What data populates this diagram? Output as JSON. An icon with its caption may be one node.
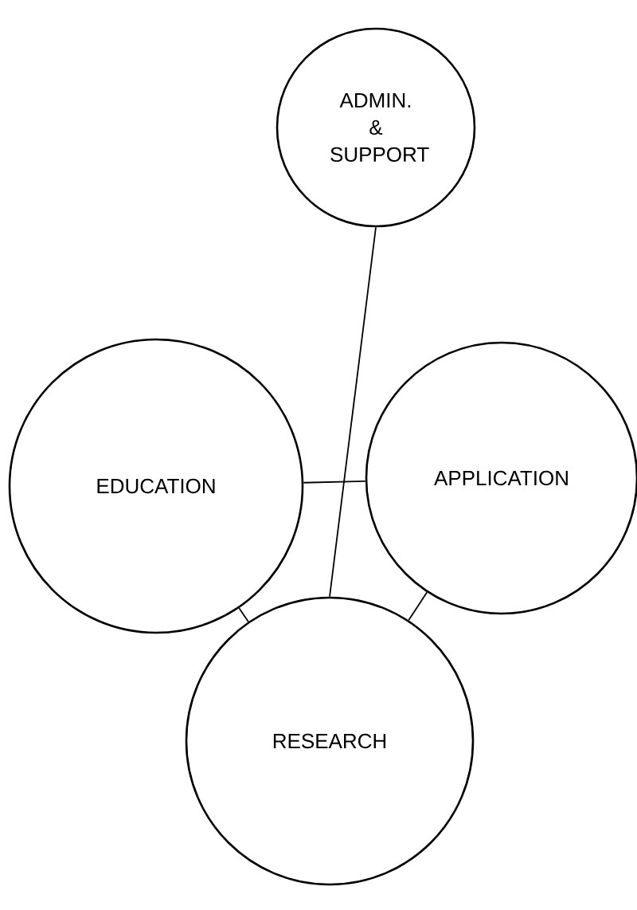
{
  "diagram": {
    "nodes": [
      {
        "text": [
          "ADMIN. & SUPPORT"
        ]
      },
      {
        "text": [
          "EDUCATION"
        ]
      },
      {
        "text": [
          "APPLICATION"
        ]
      },
      {
        "text": [
          "RESEARCH"
        ]
      }
    ],
    "edges": [
      {
        "from": 0,
        "to": 3,
        "arrow": "none"
      },
      {
        "from": 1,
        "to": 2,
        "arrow": "none"
      },
      {
        "from": 1,
        "to": 3,
        "arrow": "none"
      },
      {
        "from": 2,
        "to": 3,
        "arrow": "none"
      }
    ]
  }
}
